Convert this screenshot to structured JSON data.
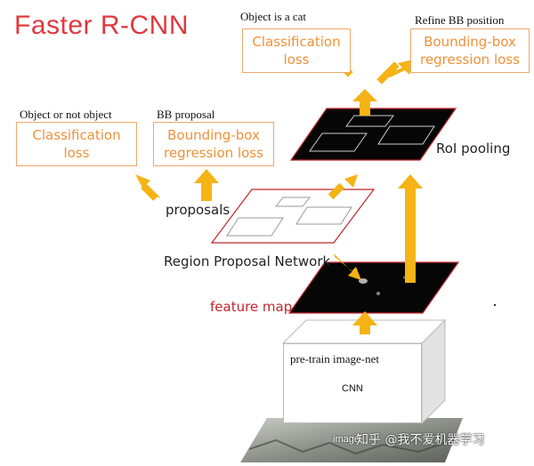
{
  "title": "Faster R-CNN",
  "top_right": {
    "cls_caption": "Object is a cat",
    "cls_box": [
      "Classification",
      "loss"
    ],
    "reg_caption": "Refine BB position",
    "reg_box": [
      "Bounding-box",
      "regression loss"
    ]
  },
  "rpn_heads": {
    "cls_caption": "Object or not object",
    "cls_box": [
      "Classification",
      "loss"
    ],
    "reg_caption": "BB proposal",
    "reg_box": [
      "Bounding-box",
      "regression loss"
    ]
  },
  "labels": {
    "roi_pooling": "RoI pooling",
    "proposals": "proposals",
    "rpn": "Region Proposal Network",
    "feature_map": "feature map",
    "cnn_caption": "pre-train image-net",
    "cnn": "CNN",
    "image": "image",
    "watermark": "知乎 @我不爱机器学习"
  },
  "colors": {
    "title_red": "#e0393e",
    "loss_orange": "#f0913a",
    "arrow_yellow": "#f5b316",
    "plane_border": "#c0262d"
  }
}
